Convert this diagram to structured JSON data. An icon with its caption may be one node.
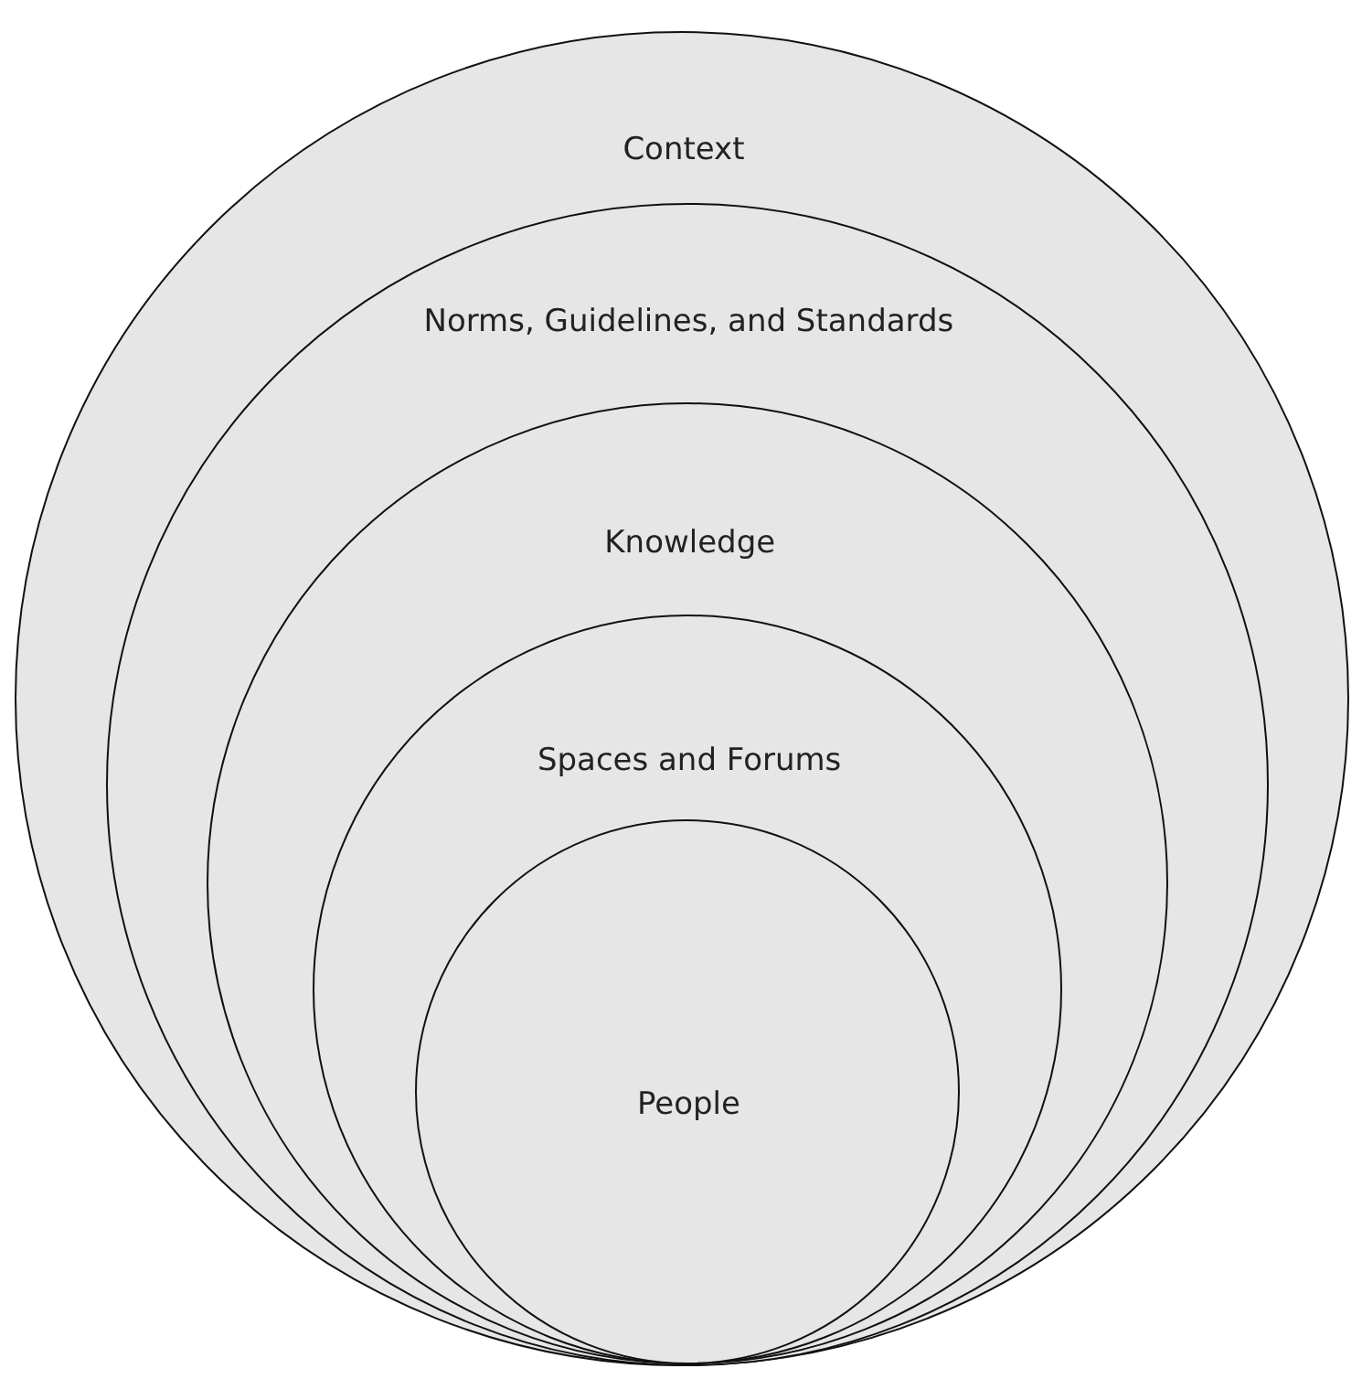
{
  "diagram": {
    "nodes": [
      {
        "text": [
          "Context"
        ]
      },
      {
        "text": [
          "Norms, Guidelines, and Standards"
        ],
        "in": 0
      },
      {
        "text": [
          "Knowledge"
        ],
        "in": 1
      },
      {
        "text": [
          "Spaces and Forums"
        ],
        "in": 2
      },
      {
        "text": [
          "People"
        ],
        "in": 3
      }
    ]
  }
}
